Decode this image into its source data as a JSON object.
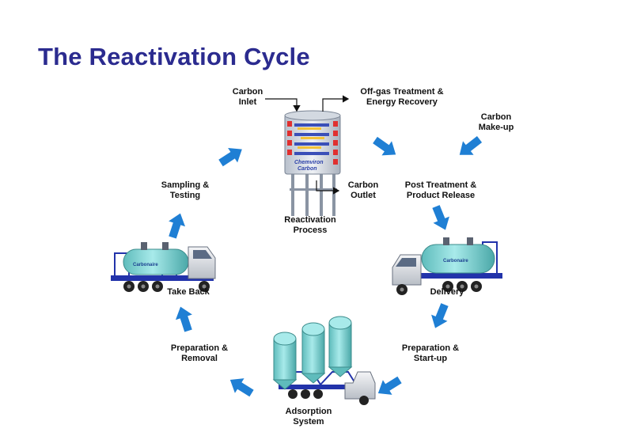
{
  "title": "The Reactivation Cycle",
  "labels": {
    "carbon_inlet": "Carbon\nInlet",
    "offgas": "Off-gas Treatment &\nEnergy Recovery",
    "carbon_makeup": "Carbon\nMake-up",
    "carbon_outlet": "Carbon\nOutlet",
    "post_treatment": "Post Treatment &\nProduct Release",
    "reactivation_process": "Reactivation\nProcess",
    "sampling_testing": "Sampling &\nTesting",
    "take_back": "Take Back",
    "delivery": "Delivery",
    "prep_removal": "Preparation &\nRemoval",
    "prep_startup": "Preparation &\nStart-up",
    "adsorption_system": "Adsorption\nSystem"
  },
  "furnace_logo": "Chemviron\nCarbon",
  "truck_logo": "Carbonaire",
  "colors": {
    "title": "#2b2b8f",
    "arrow": "#1f7fd4",
    "tank": "#7fd3d3",
    "frame": "#2233aa",
    "furnace_red": "#e03030"
  }
}
